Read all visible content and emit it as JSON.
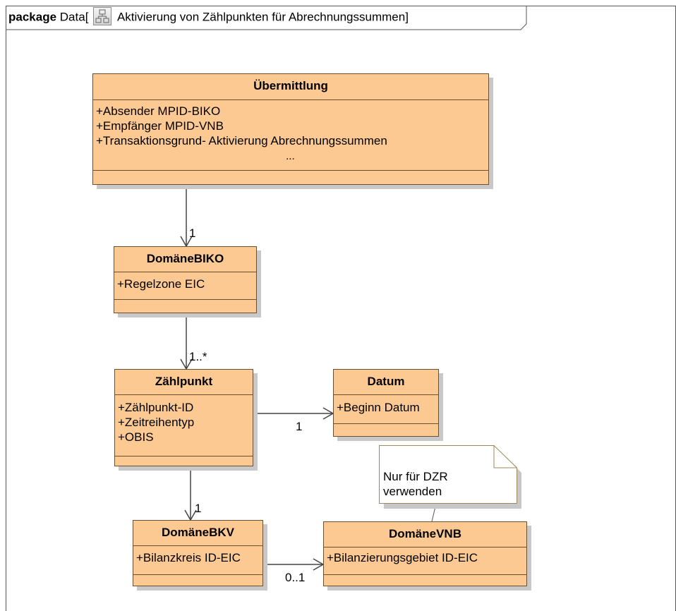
{
  "package": {
    "keyword": "package",
    "name": "Data",
    "diagram_title": "Aktivierung von Zählpunkten für Abrechnungssummen",
    "icon": "class-diagram-icon"
  },
  "classes": {
    "uebermittlung": {
      "name": "Übermittlung",
      "attributes": [
        "+Absender MPID-BIKO",
        "+Empfänger MPID-VNB",
        "+Transaktionsgrund- Aktivierung Abrechnungssummen"
      ],
      "ellipsis": "..."
    },
    "domaene_biko": {
      "name": "DomäneBIKO",
      "attributes": [
        "+Regelzone EIC"
      ]
    },
    "zaehlpunkt": {
      "name": "Zählpunkt",
      "attributes": [
        "+Zählpunkt-ID",
        "+Zeitreihentyp",
        "+OBIS"
      ]
    },
    "datum": {
      "name": "Datum",
      "attributes": [
        "+Beginn Datum"
      ]
    },
    "domaene_bkv": {
      "name": "DomäneBKV",
      "attributes": [
        "+Bilanzkreis ID-EIC"
      ]
    },
    "domaene_vnb": {
      "name": "DomäneVNB",
      "attributes": [
        "+Bilanzierungsgebiet ID-EIC"
      ]
    }
  },
  "note": {
    "text_line1": "Nur für DZR",
    "text_line2": "verwenden"
  },
  "multiplicities": {
    "uebermittlung_biko": "1",
    "biko_zaehlpunkt": "1..*",
    "zaehlpunkt_datum": "1",
    "zaehlpunkt_bkv": "1",
    "bkv_vnb": "0..1"
  },
  "colors": {
    "class_fill": "#fcc993",
    "class_border": "#6b4f2e",
    "note_fill": "#ffffff",
    "line": "#444444"
  }
}
